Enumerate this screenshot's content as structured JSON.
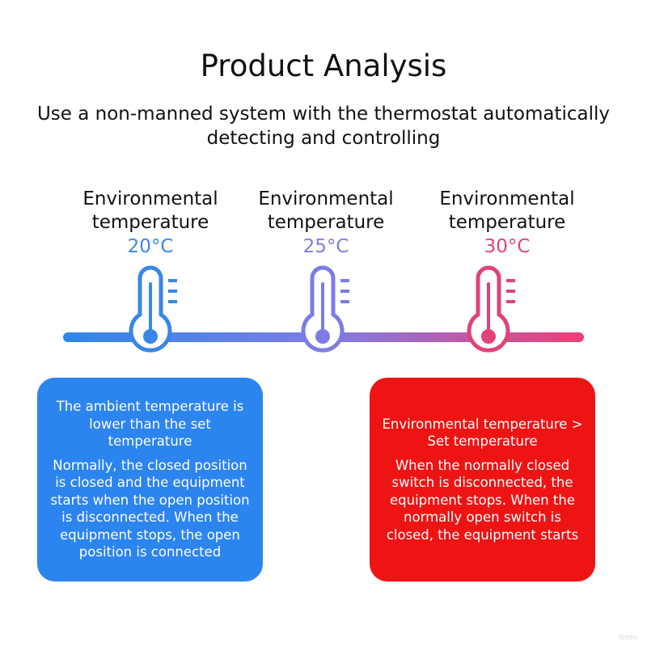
{
  "title": "Product Analysis",
  "subtitle": "Use a non-manned system with the thermostat automatically detecting and controlling",
  "columns": [
    {
      "label": "Environmental temperature",
      "temp": "20°C",
      "color": "#3a86e6"
    },
    {
      "label": "Environmental temperature",
      "temp": "25°C",
      "color": "#7c7ce4"
    },
    {
      "label": "Environmental temperature",
      "temp": "30°C",
      "color": "#e0437a"
    }
  ],
  "gradient": {
    "start": "#2f86e8",
    "mid": "#7d7de6",
    "end": "#ee3f75"
  },
  "boxes": {
    "left": {
      "heading": "The ambient temperature is lower than the set temperature",
      "body": "Normally, the closed position is closed and the equipment starts when the open position is disconnected. When the equipment stops, the open position is connected",
      "color": "#2c84ef"
    },
    "right": {
      "heading": "Environmental temperature > Set temperature",
      "body": "When the normally closed switch is disconnected, the equipment stops. When the normally open switch is closed, the equipment starts",
      "color": "#ee1414"
    }
  },
  "icons": [
    "thermometer-icon",
    "thermometer-icon",
    "thermometer-icon"
  ],
  "watermark": "llmtn"
}
